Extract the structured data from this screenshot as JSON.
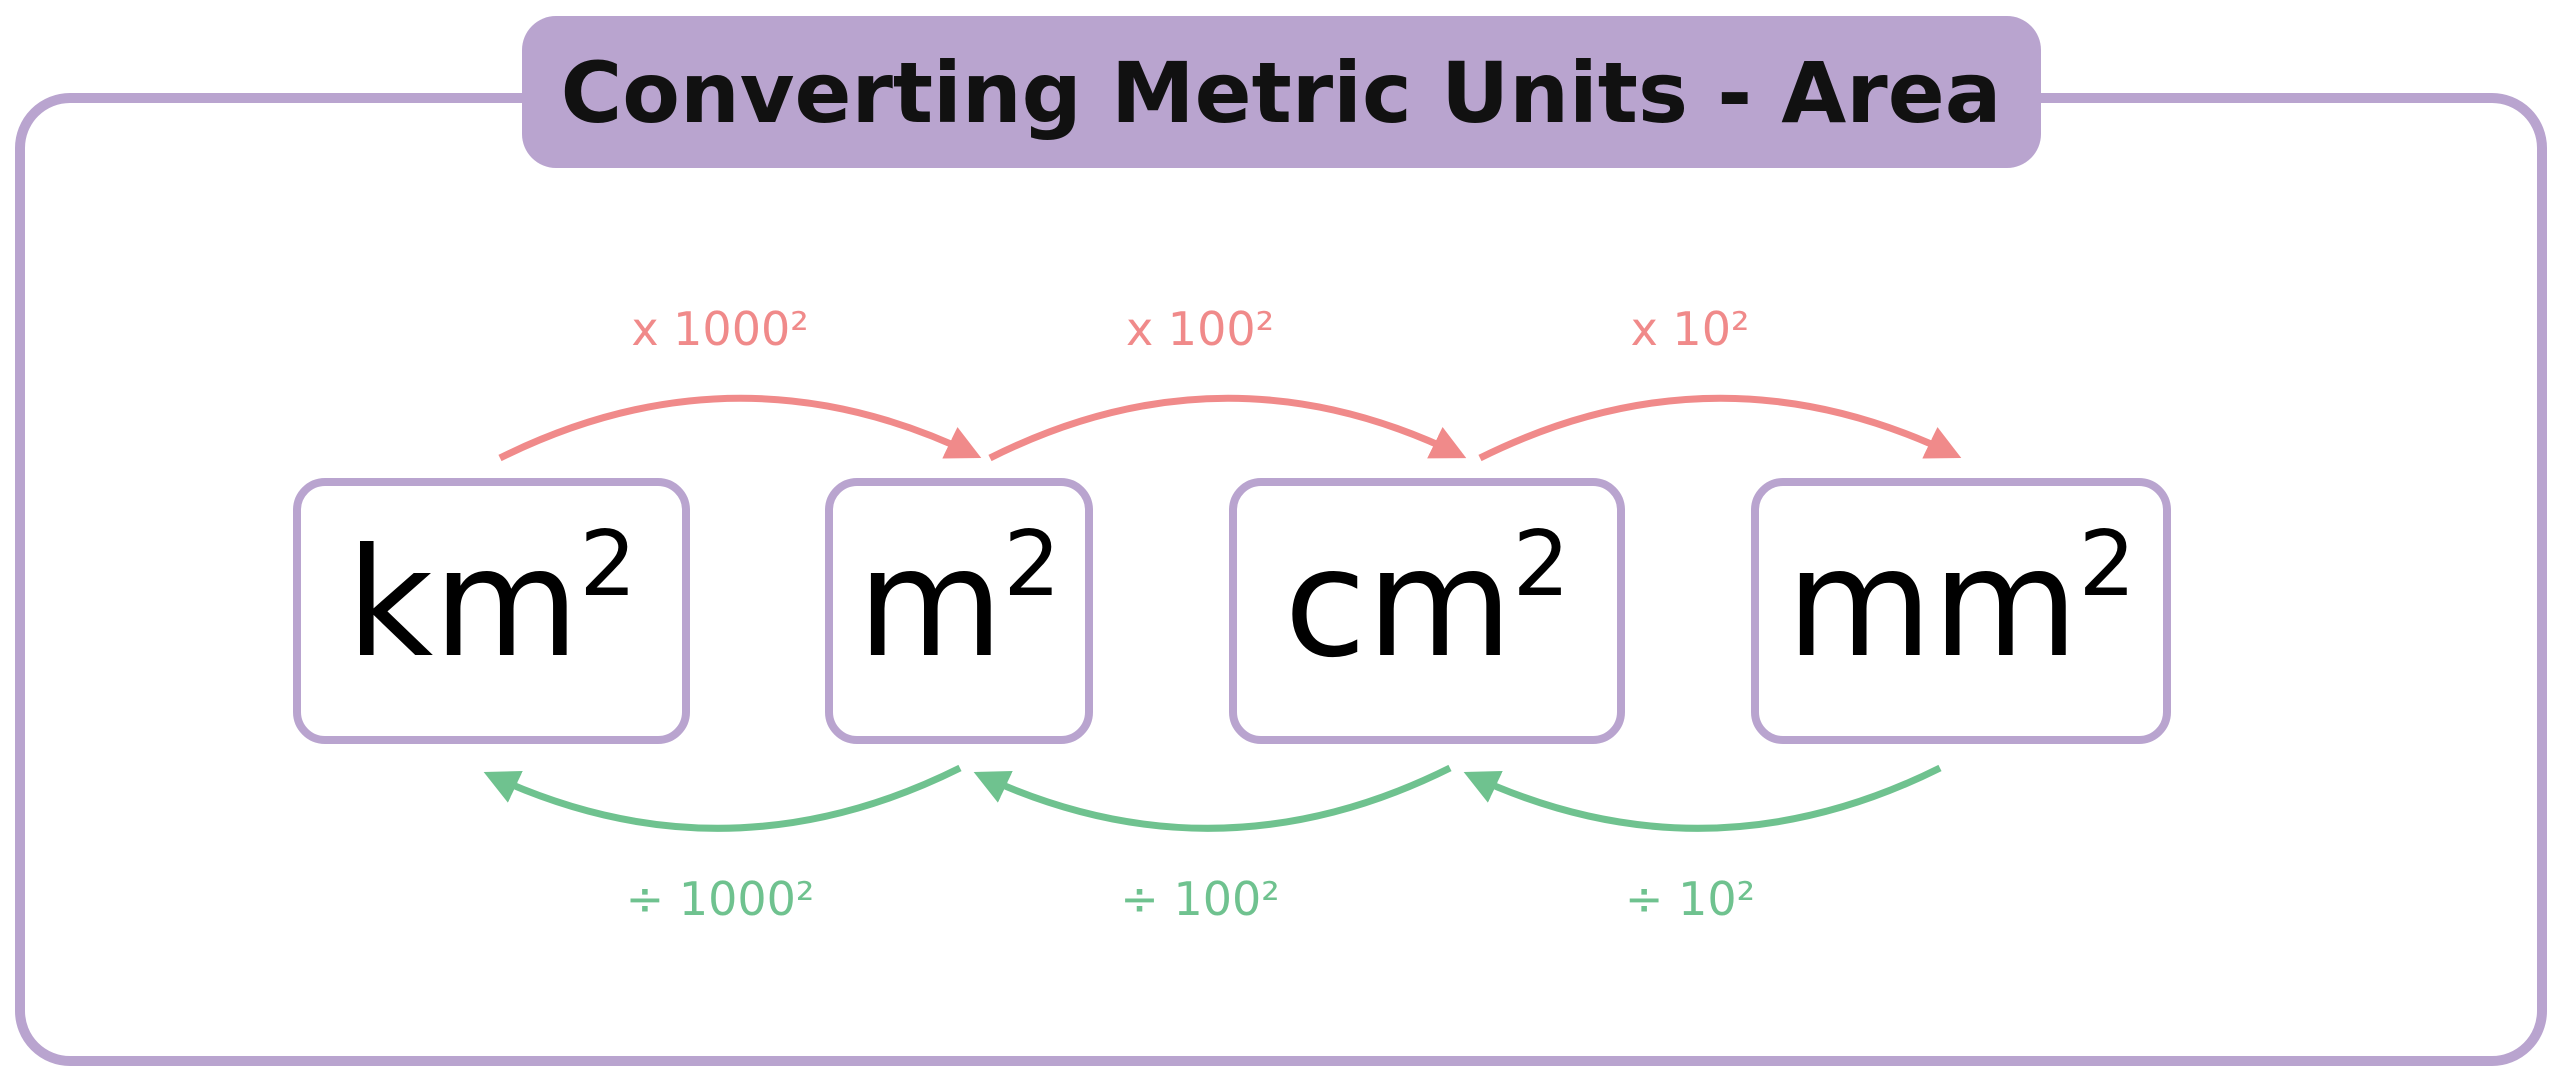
{
  "title": "Converting Metric Units - Area",
  "units": [
    {
      "base": "km",
      "exp": "2"
    },
    {
      "base": "m",
      "exp": "2"
    },
    {
      "base": "cm",
      "exp": "2"
    },
    {
      "base": "mm",
      "exp": "2"
    }
  ],
  "multiply_labels": [
    "x 1000²",
    "x 100²",
    "x 10²"
  ],
  "divide_labels": [
    "÷ 1000²",
    "÷ 100²",
    "÷ 10²"
  ],
  "colors": {
    "frame": "#b9a4cf",
    "multiply": "#f08a8a",
    "divide": "#6fc28f"
  }
}
